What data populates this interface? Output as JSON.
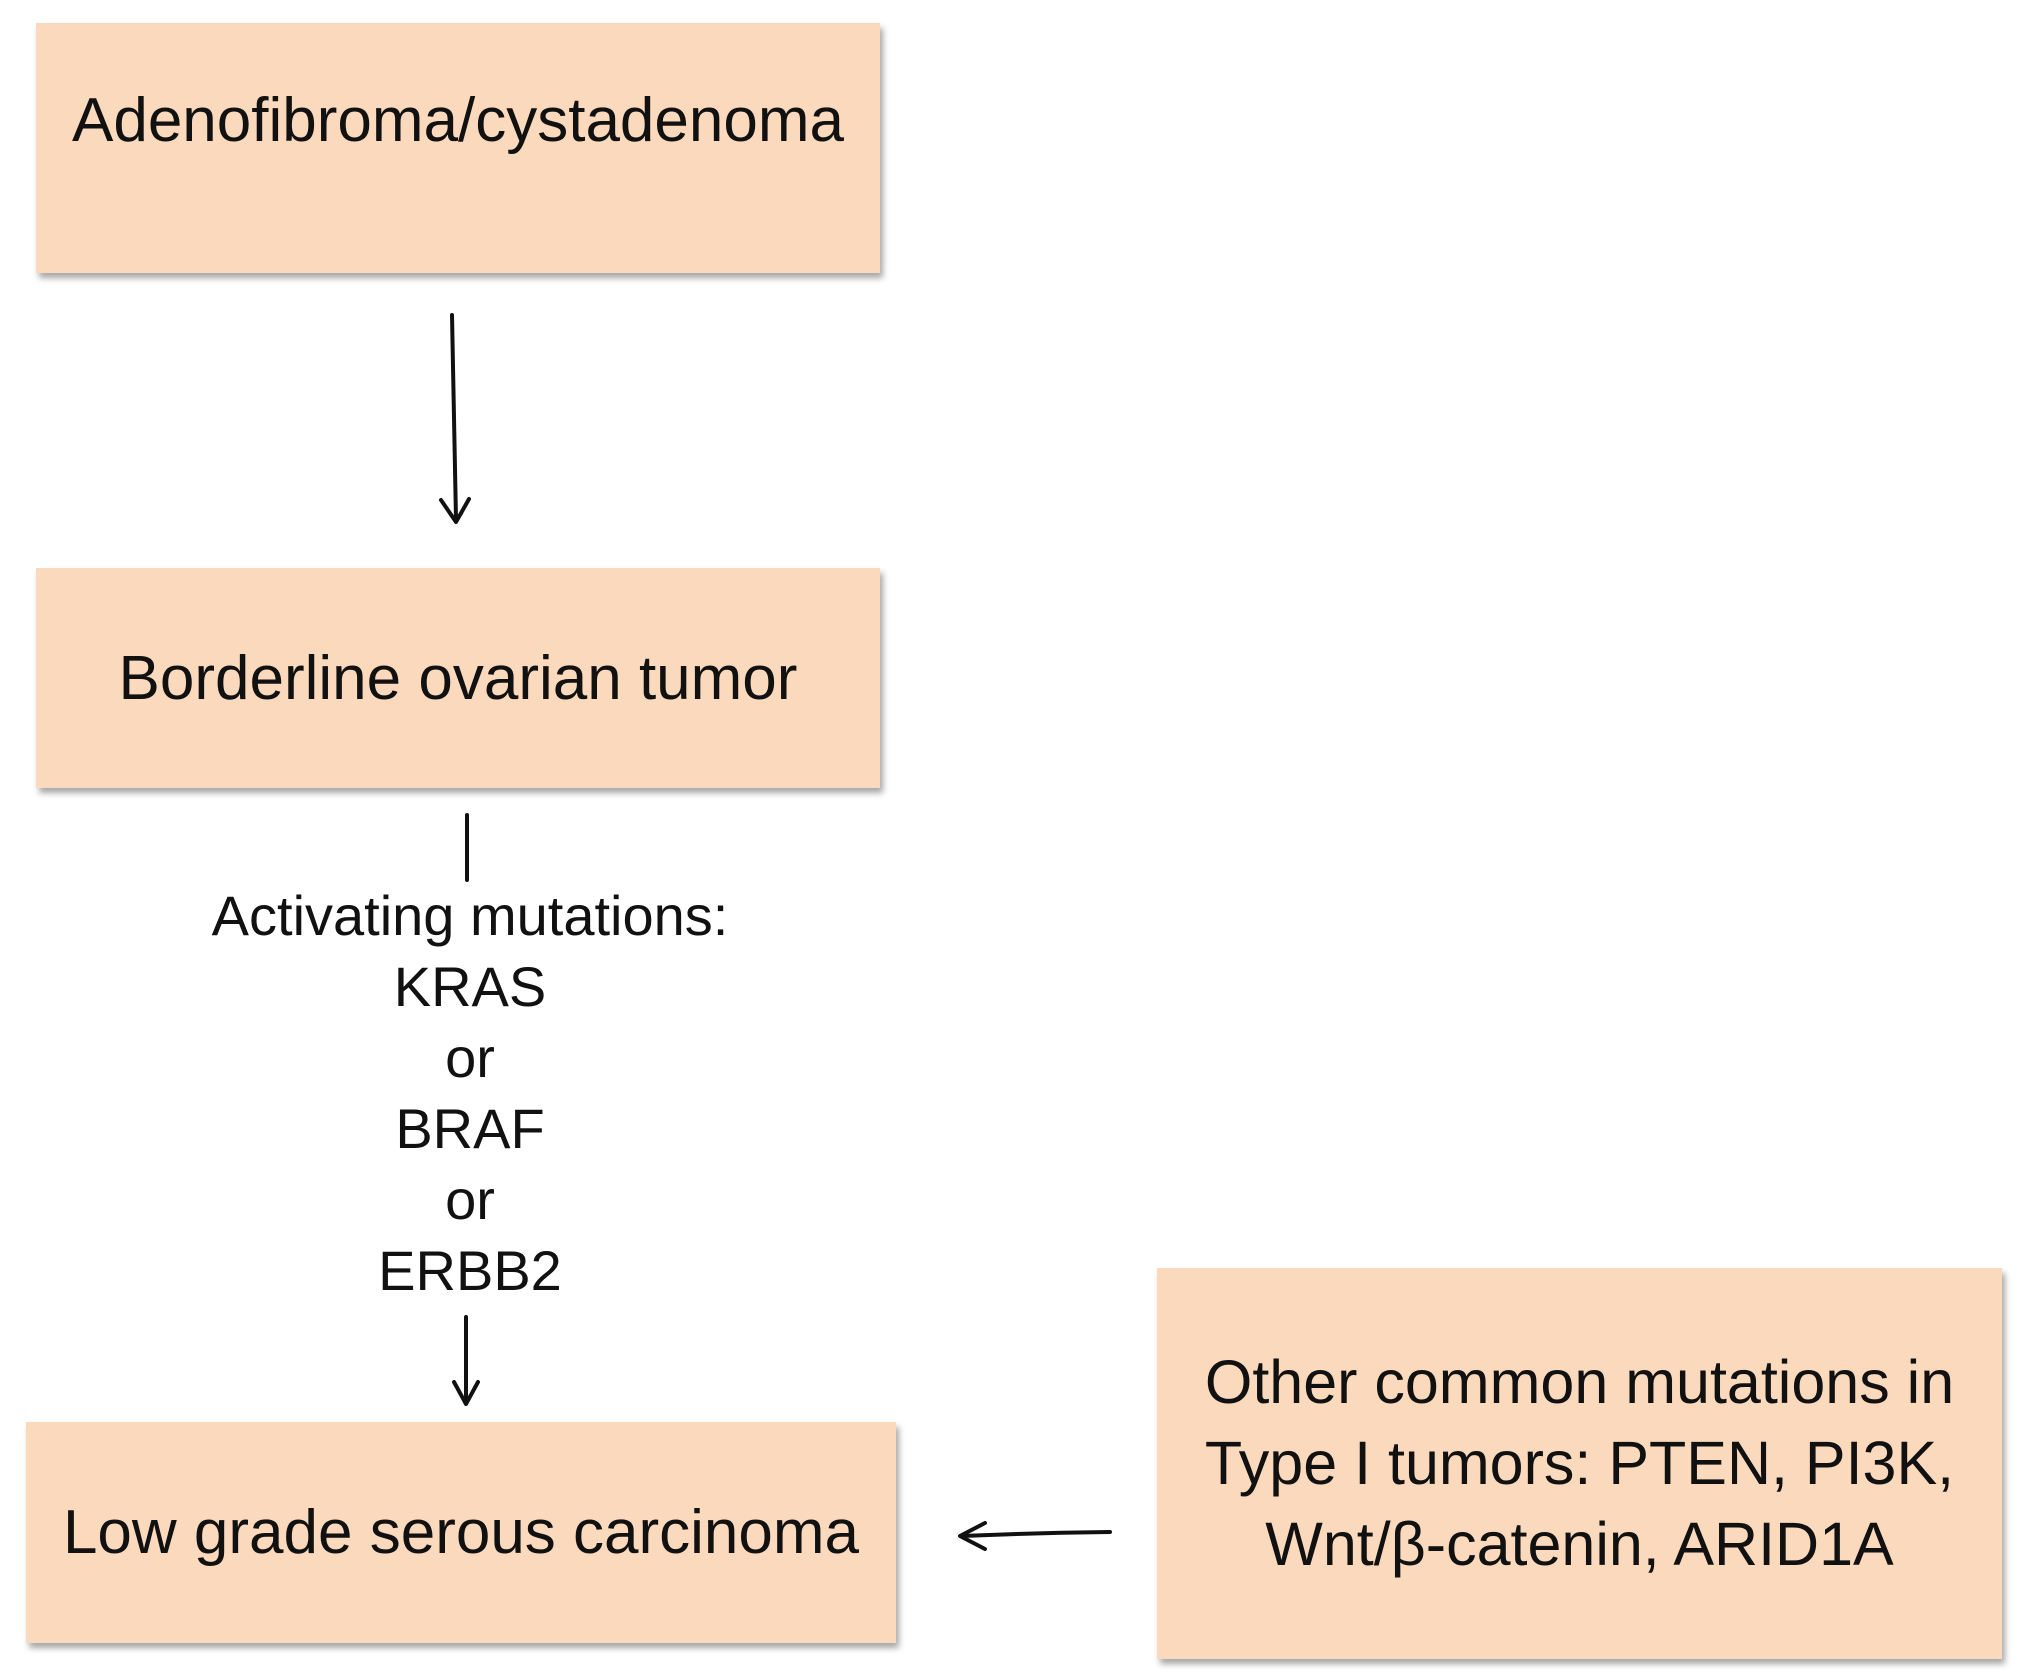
{
  "nodes": {
    "adenofibroma": "Adenofibroma/cystadenoma",
    "borderline": "Borderline ovarian tumor",
    "low_grade": "Low grade serous carcinoma",
    "other_mutations": "Other common mutations in Type I tumors: PTEN, PI3K, Wnt/β-catenin, ARID1A"
  },
  "edge_label": {
    "lines": [
      "Activating mutations:",
      "KRAS",
      "or",
      "BRAF",
      "or",
      "ERBB2"
    ]
  }
}
